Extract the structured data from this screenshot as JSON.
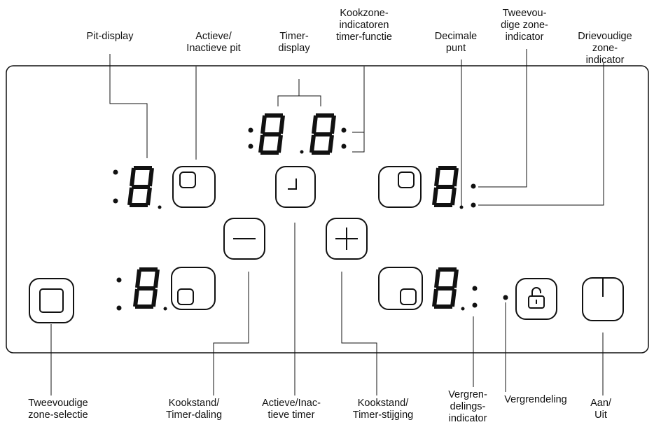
{
  "labels": {
    "pit_display": "Pit-display",
    "active_inactive_zone": "Actieve/\nInactieve pit",
    "timer_display": "Timer-\ndisplay",
    "zone_timer_indicators": "Kookzone-\nindicatoren\ntimer-functie",
    "decimal_point": "Decimale\npunt",
    "double_zone_indicator": "Tweevou-\ndige zone-\nindicator",
    "triple_zone_indicator": "Drievoudige\nzone-indicator",
    "dual_zone_select": "Tweevoudige\nzone-selectie",
    "cook_level_timer_down": "Kookstand/\nTimer-daling",
    "active_inactive_timer": "Actieve/Inac-\ntieve timer",
    "cook_level_timer_up": "Kookstand/\nTimer-stijging",
    "lock_indicator": "Vergren-\ndelings-\nindicator",
    "lock": "Vergrendeling",
    "on_off": "Aan/\nUit"
  },
  "icons": {
    "dual_zone_select": "square-in-square-icon",
    "minus": "minus-icon",
    "plus": "plus-icon",
    "timer": "clock-icon",
    "lock": "padlock-icon",
    "power": "power-icon"
  },
  "colors": {
    "line": "#111111",
    "background": "#ffffff"
  }
}
